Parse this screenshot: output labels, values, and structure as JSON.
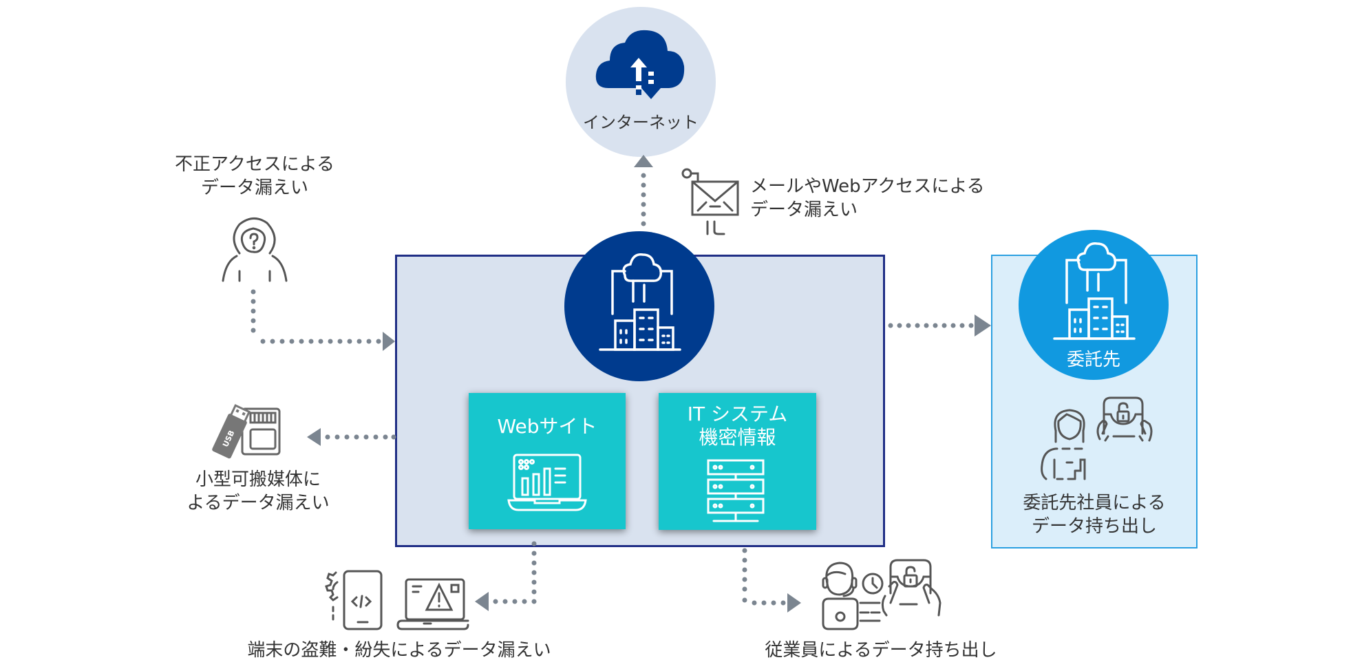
{
  "colors": {
    "navy": "#003b8e",
    "box_border": "#1f2d85",
    "box_fill": "#d9e2ef",
    "vendor_blue": "#1199e0",
    "vendor_border": "#2a9fe0",
    "vendor_fill": "#dbeefa",
    "teal_card": "#17c6cd",
    "cloud_circle": "#d9e2ef",
    "arrow_gray": "#7b8590",
    "icon_gray": "#555555"
  },
  "internet": {
    "label": "インターネット",
    "icon": "cloud-upload-download-icon"
  },
  "threats": {
    "unauthorized_access": {
      "line1": "不正アクセスによる",
      "line2": "データ漏えい",
      "icon": "hooded-hacker-icon"
    },
    "email_web": {
      "line1": "メールやWebアクセスによる",
      "line2": "データ漏えい",
      "icon": "envelope-icon"
    },
    "removable_media": {
      "line1": "小型可搬媒体に",
      "line2": "よるデータ漏えい",
      "icon": "usb-sd-card-icon"
    },
    "device_theft": {
      "line1": "端末の盗難・紛失によるデータ漏えい",
      "icon": "device-warning-icon"
    },
    "employee": {
      "line1": "従業員によるデータ持ち出し",
      "icon": "employee-tablet-lock-icon"
    },
    "vendor_employee": {
      "line1": "委託先社員による",
      "line2": "データ持ち出し",
      "icon": "person-tablet-lock-icon"
    }
  },
  "company": {
    "icon": "buildings-cloud-icon",
    "cards": [
      {
        "title": "Webサイト",
        "icon": "laptop-dashboard-icon"
      },
      {
        "title_line1": "IT システム",
        "title_line2": "機密情報",
        "icon": "server-stack-icon"
      }
    ]
  },
  "vendor": {
    "label": "委託先",
    "icon": "buildings-cloud-icon"
  }
}
